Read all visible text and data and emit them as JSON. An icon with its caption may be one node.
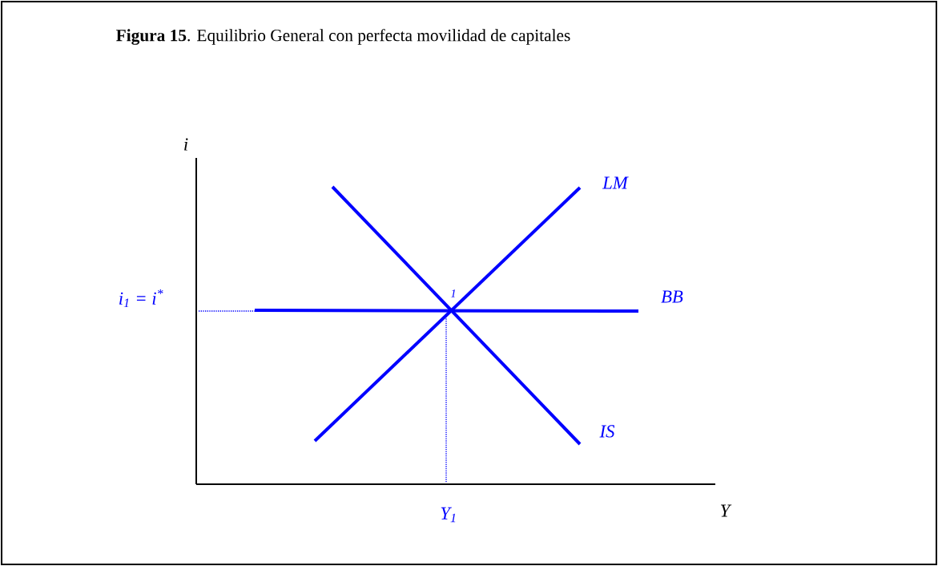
{
  "diagram": {
    "title": "**Figura 15**.  Equilibrio General con perfecta movilidad de capitales",
    "labels": [
      "i",
      "LM",
      "i$_{1}$ = i$^{*}$",
      "1",
      "BB",
      "IS",
      "Y$_{1}$",
      "Y"
    ]
  }
}
